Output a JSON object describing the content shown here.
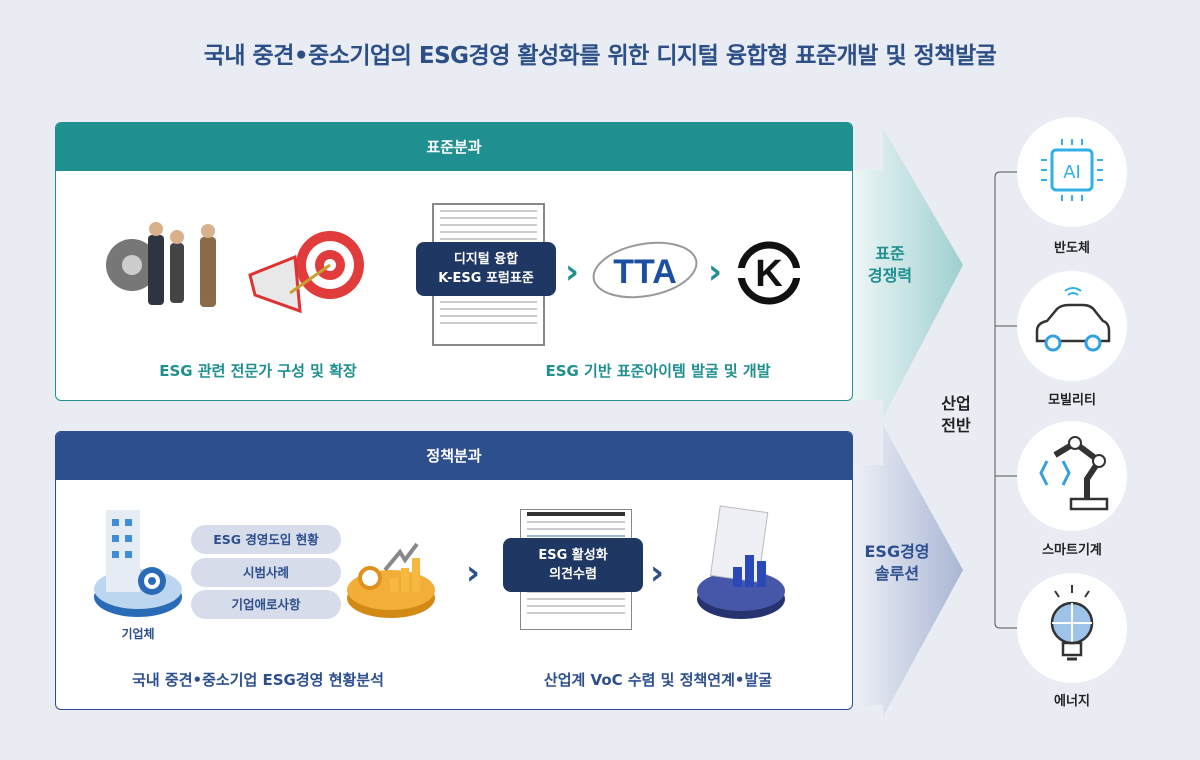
{
  "title": "국내 중견•중소기업의 ESG경영 활성화를 위한 디지털 융합형 표준개발 및 정책발굴",
  "standard": {
    "header": "표준분과",
    "caption_left": "ESG 관련 전문가 구성 및 확장",
    "caption_right": "ESG 기반  표준아이템 발굴 및 개발",
    "box_line1": "디지털 융합",
    "box_line2": "K-ESG 포럼표준",
    "logo_tta": "TTA",
    "logo_kc": "K"
  },
  "policy": {
    "header": "정책분과",
    "company_label": "기업체",
    "pills": [
      "ESG 경영도입 현황",
      "시범사례",
      "기업애로사항"
    ],
    "box_line1": "ESG 활성화",
    "box_line2": "의견수렴",
    "caption_left": "국내 중견•중소기업 ESG경영 현황분석",
    "caption_right": "산업계 VoC 수렴 및  정책연계•발굴"
  },
  "arrows": {
    "top_line1": "표준",
    "top_line2": "경쟁력",
    "bottom_line1": "ESG경영",
    "bottom_line2": "솔루션"
  },
  "industry": {
    "line1": "산업",
    "line2": "전반",
    "items": [
      {
        "label": "반도체",
        "icon": "ai-chip-icon",
        "text": "AI"
      },
      {
        "label": "모빌리티",
        "icon": "connected-car-icon"
      },
      {
        "label": "스마트기계",
        "icon": "robot-arm-icon"
      },
      {
        "label": "에너지",
        "icon": "lightbulb-puzzle-icon"
      }
    ]
  },
  "colors": {
    "teal": "#1f8f8f",
    "navy": "#2d4f8e",
    "dark_navy": "#1f3763"
  }
}
